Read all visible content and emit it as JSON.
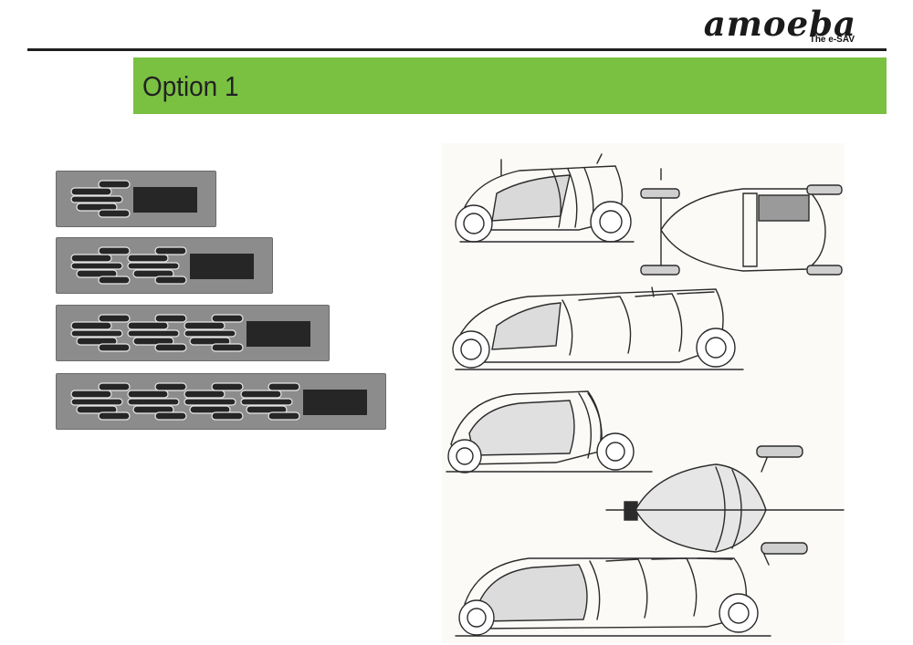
{
  "header": {
    "logo": {
      "wordmark": "amoeba",
      "tagline": "The e-SAV"
    },
    "title": "Option 1"
  },
  "options": [
    {
      "modules": 1
    },
    {
      "modules": 2
    },
    {
      "modules": 3
    },
    {
      "modules": 4
    }
  ],
  "colors": {
    "accent": "#7ac142",
    "rule": "#1e1e1e",
    "module_box": "#8c8c8c",
    "module_shape": "#262626"
  },
  "sketch": {
    "icon": "vehicle-concept-sketch"
  }
}
